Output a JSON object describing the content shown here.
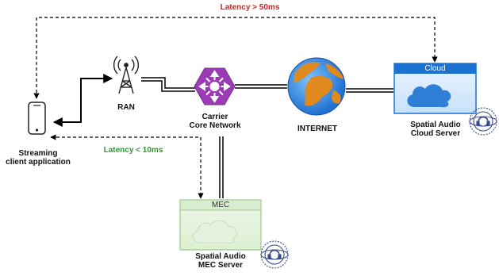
{
  "latency_far": "Latency > 50ms",
  "latency_near": "Latency < 10ms",
  "client_label_line1": "Streaming",
  "client_label_line2": "client application",
  "ran_label": "RAN",
  "core_label_line1": "Carrier",
  "core_label_line2": "Core Network",
  "internet_label": "INTERNET",
  "cloud_box_title": "Cloud",
  "cloud_server_line1": "Spatial Audio",
  "cloud_server_line2": "Cloud Server",
  "mec_box_title": "MEC",
  "mec_server_line1": "Spatial Audio",
  "mec_server_line2": "MEC Server",
  "colors": {
    "latency_far": "#d21f1f",
    "latency_near": "#2a9a2a",
    "core_network": "#9b3bb5",
    "cloud_box": "#1a73d1",
    "mec_box": "#d8ecd0"
  }
}
